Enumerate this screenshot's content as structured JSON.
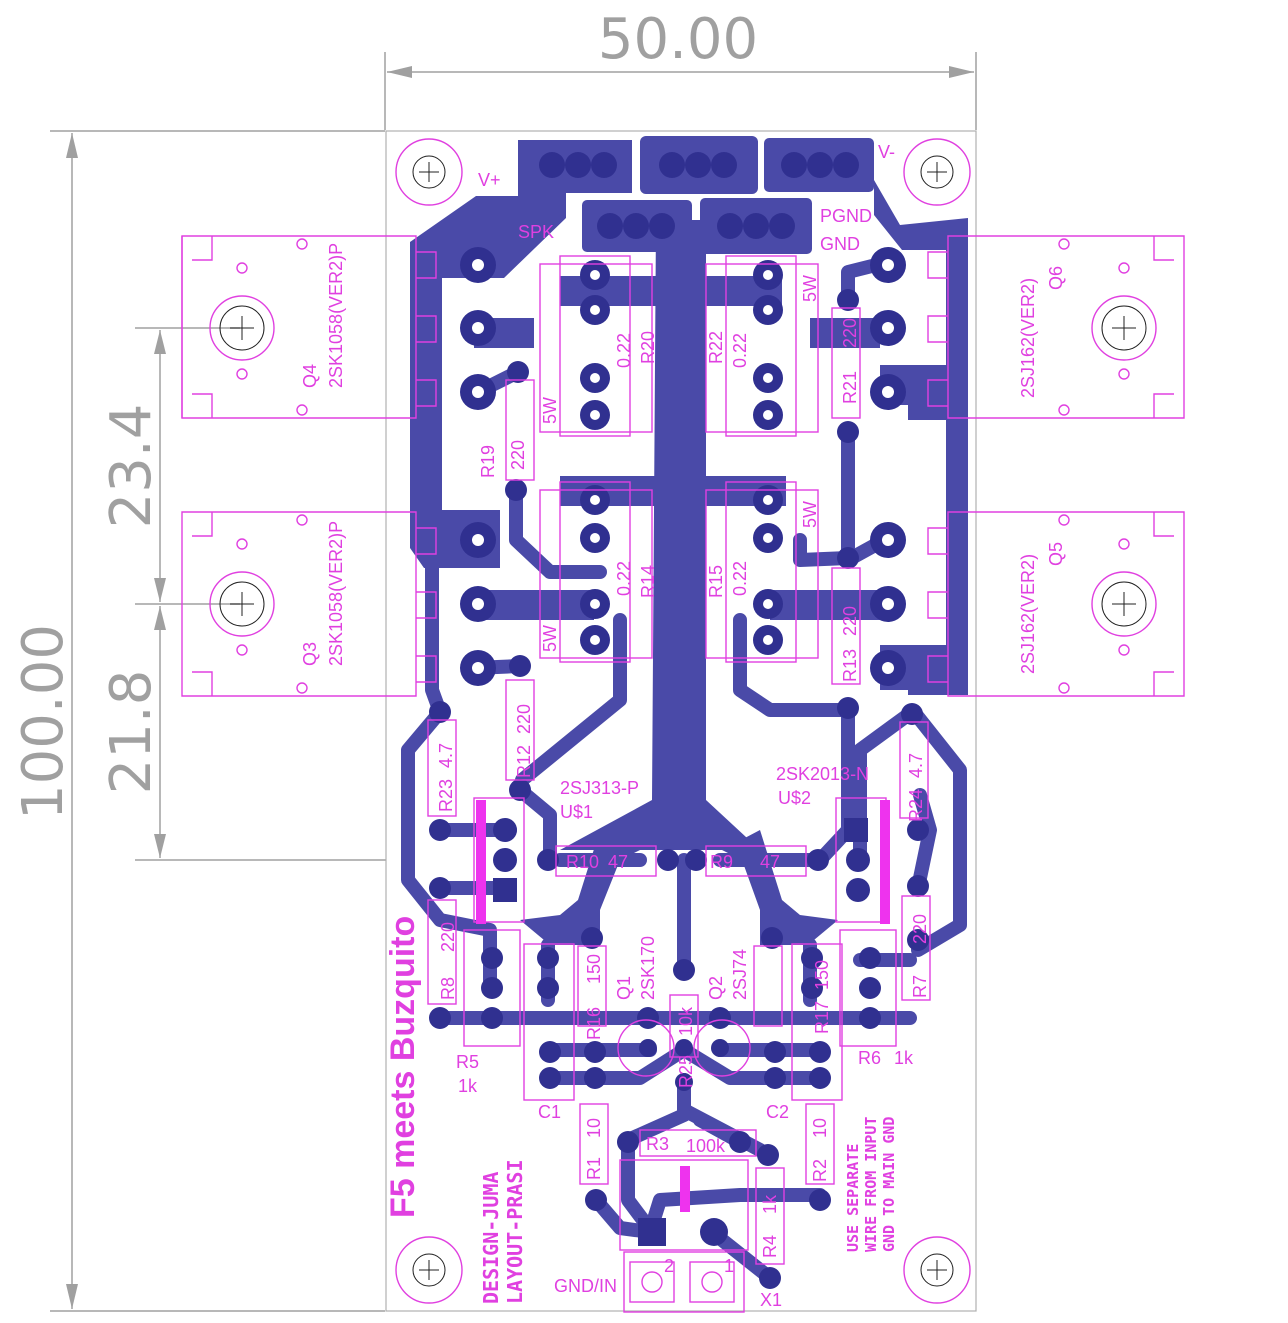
{
  "dimensions": {
    "width": "50.00",
    "height": "100.00",
    "spacing_upper": "23.4",
    "spacing_lower": "21.8"
  },
  "connectors": {
    "v_plus": "V+",
    "v_minus": "V-",
    "spk": "SPK",
    "pgnd": "PGND",
    "gnd": "GND",
    "gnd_in": "GND/IN",
    "x1": "X1"
  },
  "transistors": {
    "q4_name": "Q4",
    "q4_part": "2SK1058(VER2)P",
    "q3_name": "Q3",
    "q3_part": "2SK1058(VER2)P",
    "q6_name": "Q6",
    "q6_part": "2SJ162(VER2)",
    "q5_name": "Q5",
    "q5_part": "2SJ162(VER2)",
    "u1_part": "2SJ313-P",
    "u1_name": "U$1",
    "u2_part": "2SK2013-N",
    "u2_name": "U$2",
    "q1_name": "Q1",
    "q1_part": "2SK170",
    "q2_name": "Q2",
    "q2_part": "2SJ74"
  },
  "resistors": {
    "r20": "R20",
    "r20_v": "0.22",
    "r20_w": "5W",
    "r22": "R22",
    "r22_v": "0.22",
    "r22_w": "5W",
    "r21": "R21",
    "r21_v": "220",
    "r19": "R19",
    "r19_v": "220",
    "r14": "R14",
    "r14_v": "0.22",
    "r14_w": "5W",
    "r15": "R15",
    "r15_v": "0.22",
    "r15_w": "5W",
    "r13": "R13",
    "r13_v": "220",
    "r12": "R12",
    "r12_v": "220",
    "r23": "R23",
    "r23_v": "4.7",
    "r24": "R24",
    "r24_v": "4.7",
    "r10": "R10",
    "r10_v": "47",
    "r9": "R9",
    "r9_v": "47",
    "r8": "R8",
    "r8_v": "220",
    "r7": "R7",
    "r7_v": "220",
    "r16": "R16",
    "r16_v": "150",
    "r17": "R17",
    "r17_v": "150",
    "r5": "R5",
    "r5_v": "1k",
    "r6": "R6",
    "r6_v": "1k",
    "r25": "R25",
    "r25_v": "10k",
    "r3": "R3",
    "r3_v": "100k",
    "r1": "R1",
    "r1_v": "10",
    "r2": "R2",
    "r2_v": "10",
    "r4": "R4",
    "r4_v": "1k",
    "c1": "C1",
    "c2": "C2"
  },
  "texts": {
    "title": "F5 meets Buzquito",
    "design": "DESIGN-JUMA",
    "layout": "LAYOUT-PRASI",
    "note_line1": "USE SEPARATE",
    "note_line2": "WIRE FROM INPUT",
    "note_line3": "GND TO MAIN GND",
    "x1_pin1": "1",
    "x1_pin2": "2"
  },
  "colors": {
    "copper": "#4a4aa8",
    "silkscreen": "#e040e0",
    "dimension": "#a0a0a0"
  }
}
